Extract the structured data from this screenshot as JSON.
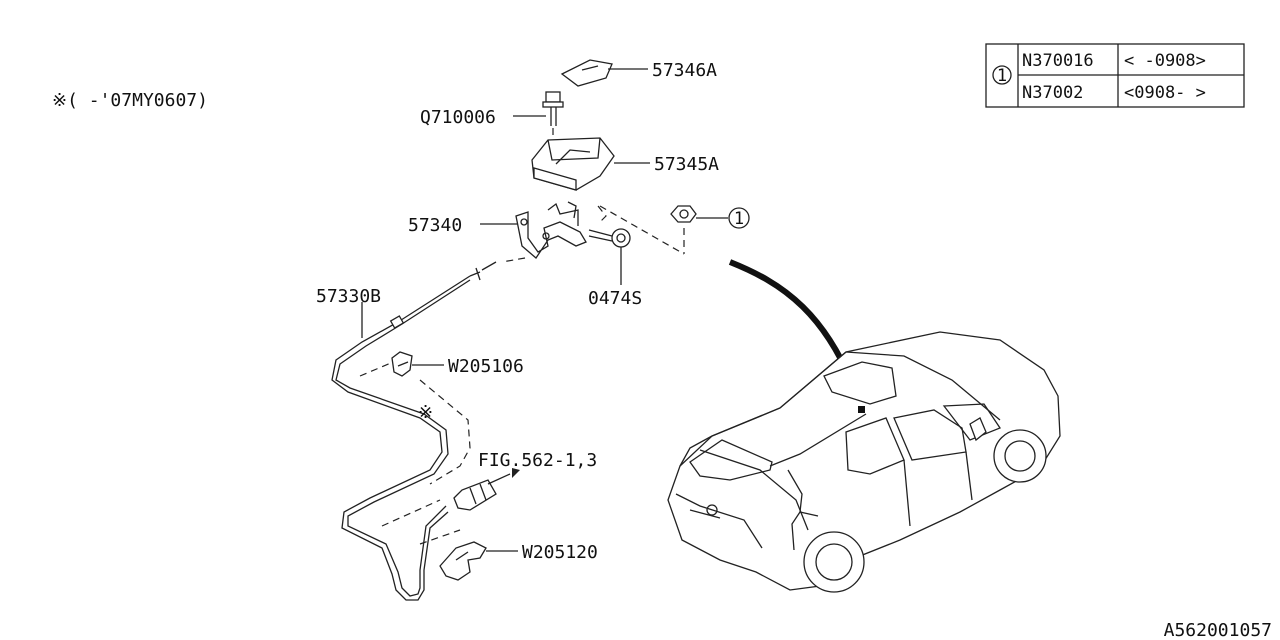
{
  "note": "※(      -'07MY0607)",
  "labels": {
    "p57346A": "57346A",
    "q710006": "Q710006",
    "p57345A": "57345A",
    "p57340": "57340",
    "p0474S": "0474S",
    "p57330B": "57330B",
    "w205106": "W205106",
    "fig": "FIG.562-1,3",
    "w205120": "W205120",
    "callout1": "1",
    "asterisk": "※"
  },
  "table": {
    "ref": "1",
    "rows": [
      {
        "part": "N370016",
        "range": "<    -0908>"
      },
      {
        "part": "N37002",
        "range": "<0908-    >"
      }
    ]
  },
  "footer_code": "A562001057"
}
